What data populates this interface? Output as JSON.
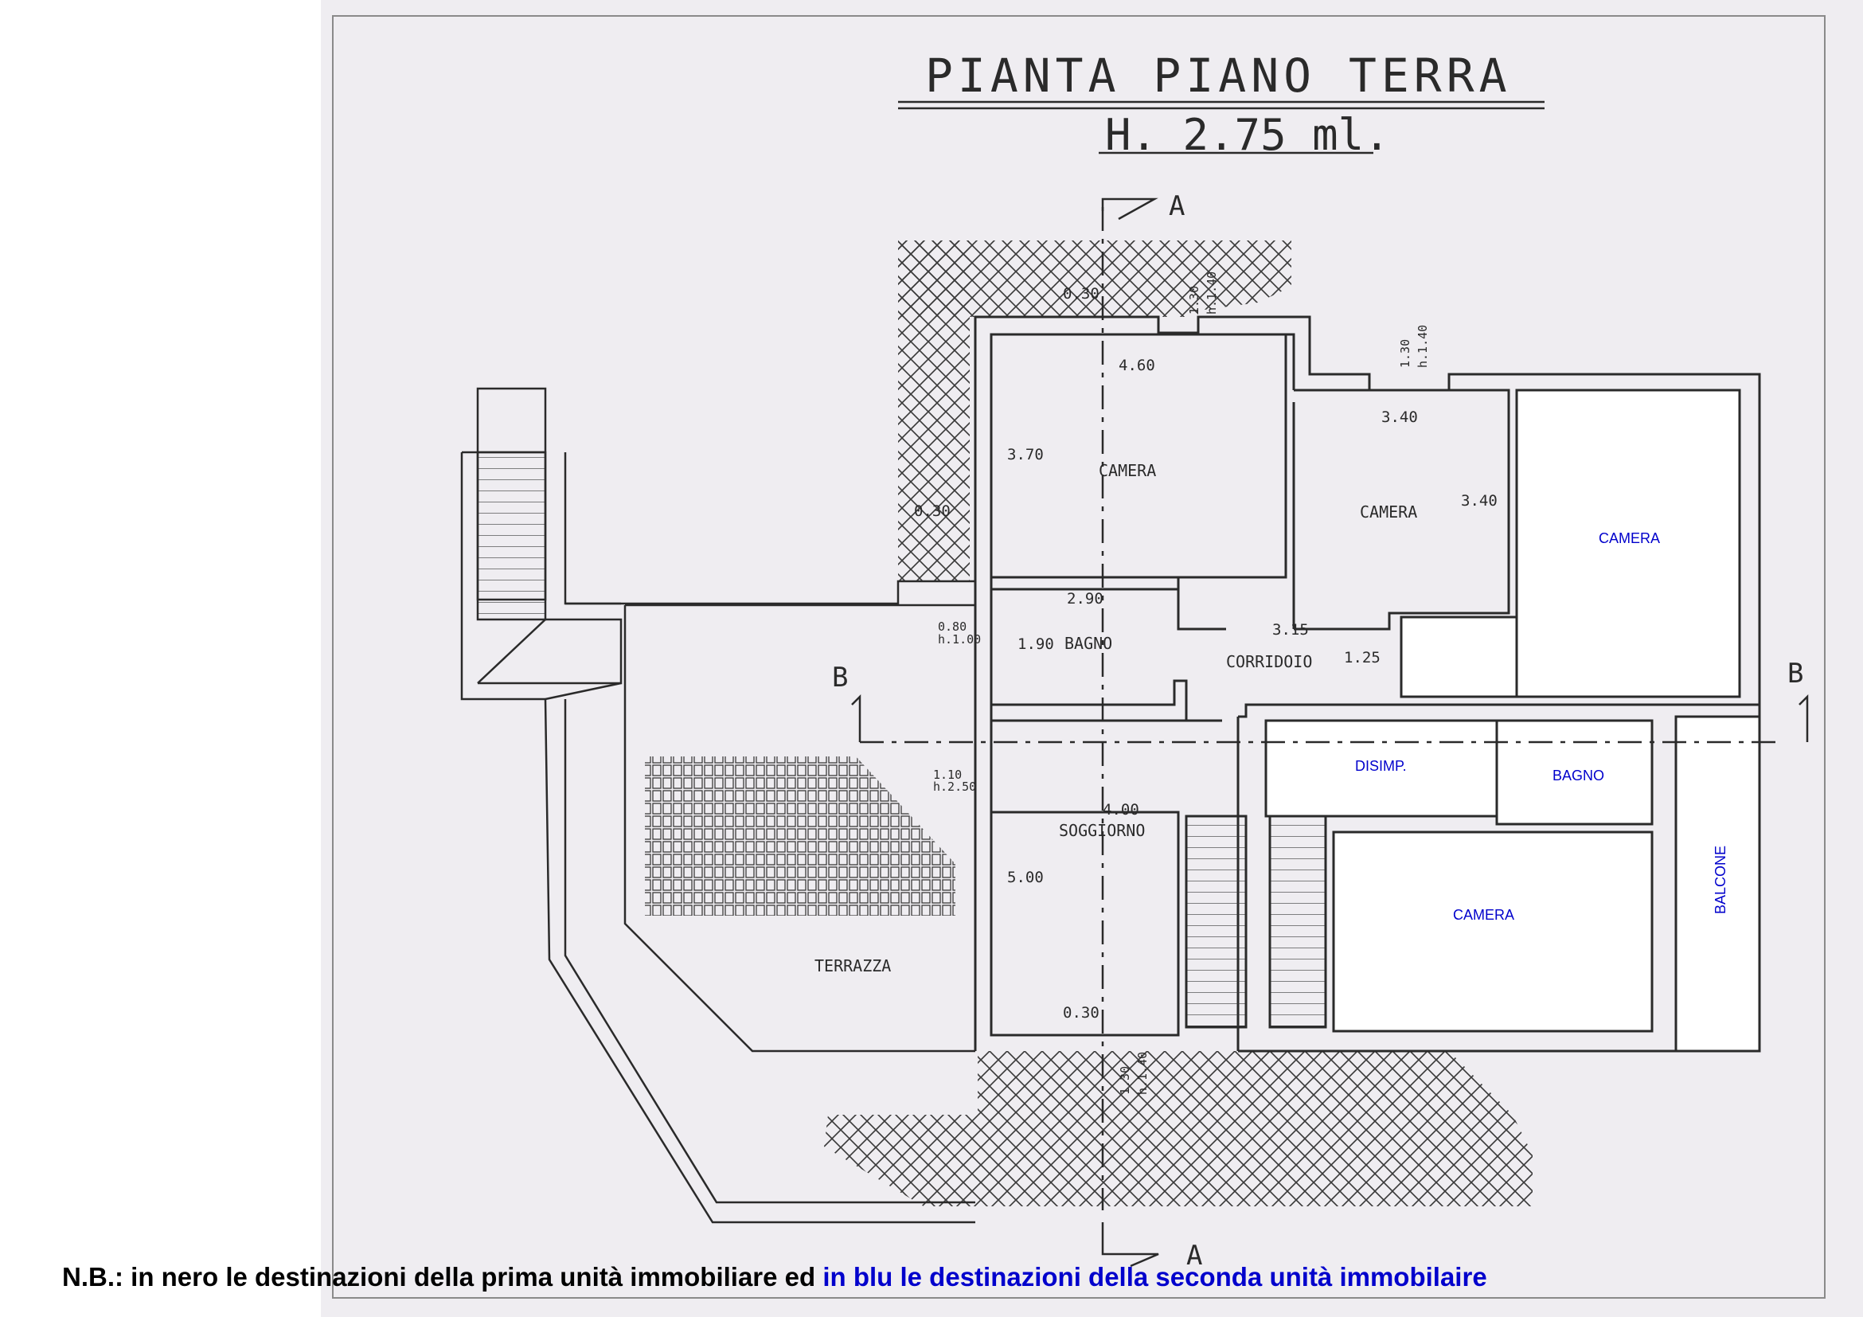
{
  "title": "PIANTA PIANO TERRA",
  "height_label": "H. 2.75 ml.",
  "sections": {
    "a": "A",
    "b": "B"
  },
  "unit1_rooms": {
    "camera_top": "CAMERA",
    "camera_mid": "CAMERA",
    "bagno": "BAGNO",
    "corridoio": "CORRIDOIO",
    "soggiorno": "SOGGIORNO",
    "terrazza": "TERRAZZA"
  },
  "unit2_rooms": {
    "camera_right": "CAMERA",
    "disimp": "DISIMP.",
    "bagno": "BAGNO",
    "camera_bottom": "CAMERA",
    "balcone": "BALCONE"
  },
  "dimensions": {
    "d_030_top": "0.30",
    "d_460": "4.60",
    "d_370": "3.70",
    "d_030_left": "0.30",
    "d_340_w": "3.40",
    "d_340_h": "3.40",
    "d_290": "2.90",
    "d_190": "1.90",
    "d_315": "3.15",
    "d_125": "1.25",
    "d_400": "4.00",
    "d_500": "5.00",
    "d_030_bottom": "0.30"
  },
  "windows": {
    "w_top_a": "1.30",
    "w_top_b": "h.1.40",
    "w_mid_a": "1.30",
    "w_mid_b": "h.1.40",
    "w_bagno_a": "0.80",
    "w_bagno_b": "h.1.00",
    "w_sogg_a": "1.10",
    "w_sogg_b": "h.2.50",
    "w_bot_a": "1.30",
    "w_bot_b": "h.1.40"
  },
  "note": {
    "black": "N.B.: in nero le destinazioni della prima unità immobiliare ed ",
    "blue": "in blu le destinazioni della seconda unità immobilaire"
  },
  "colors": {
    "paper": "#efedf1",
    "ink": "#2a2a2a",
    "unit2": "#0000cc",
    "white": "#ffffff"
  }
}
